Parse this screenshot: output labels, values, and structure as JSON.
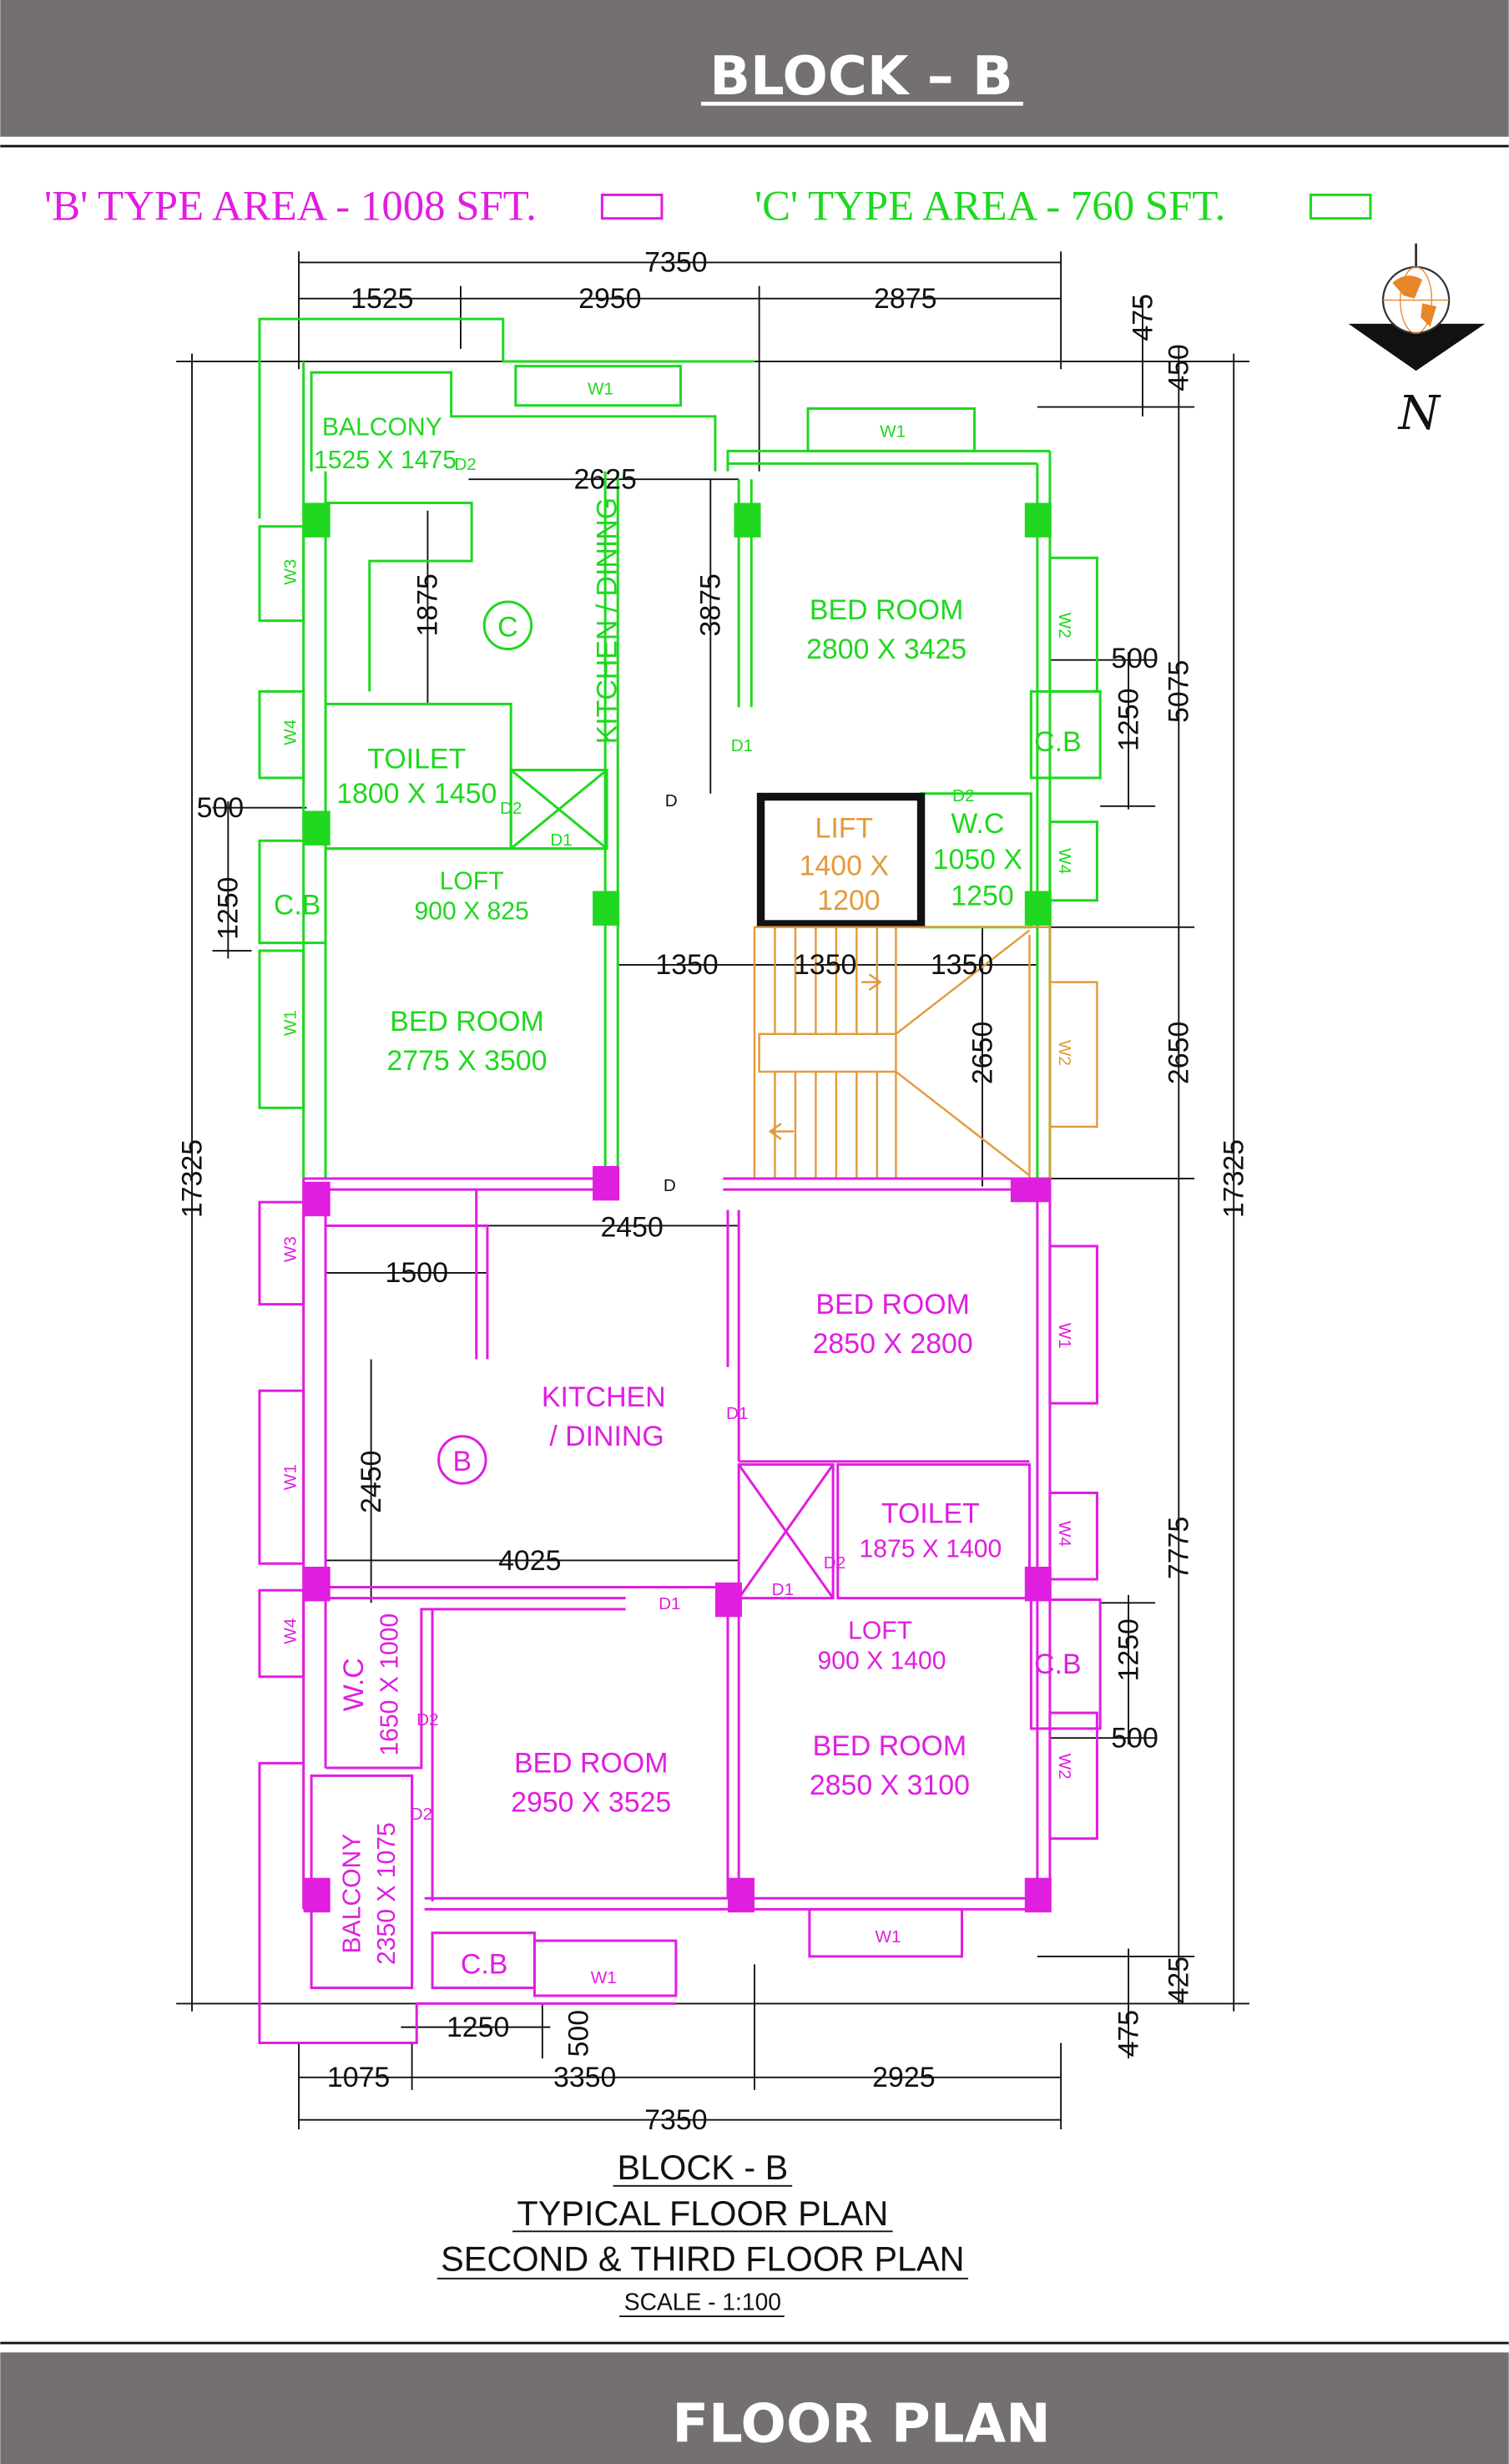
{
  "header": {
    "title": "BLOCK – B"
  },
  "footer": {
    "title": "FLOOR PLAN"
  },
  "legend": {
    "b_type": "'B' TYPE AREA - 1008 SFT.",
    "c_type": "'C' TYPE AREA - 760 SFT.",
    "b_color": "#e01ee0",
    "c_color": "#1fd81f"
  },
  "compass": {
    "label": "N",
    "icon": "north-arrow-globe-icon"
  },
  "unit_c": {
    "marker": "C",
    "balcony": [
      "BALCONY",
      "1525 X 1475"
    ],
    "kitchen": "KITCHEN / DINING",
    "bedroom1": [
      "BED ROOM",
      "2800 X 3425"
    ],
    "toilet": [
      "TOILET",
      "1800 X 1450"
    ],
    "loft": [
      "LOFT",
      "900 X 825"
    ],
    "bedroom2": [
      "BED ROOM",
      "2775 X 3500"
    ],
    "wc": [
      "W.C",
      "1050 X",
      "1250"
    ],
    "cb": "C.B",
    "doors": {
      "d": "D",
      "d1": "D1",
      "d2": "D2"
    },
    "windows": {
      "w1": "W1",
      "w2": "W2",
      "w3": "W3",
      "w4": "W4"
    }
  },
  "lift": [
    "LIFT",
    "1400 X",
    "1200"
  ],
  "unit_b": {
    "marker": "B",
    "bedroom1": [
      "BED ROOM",
      "2850 X 2800"
    ],
    "kitchen": [
      "KITCHEN",
      "/ DINING"
    ],
    "toilet": [
      "TOILET",
      "1875 X 1400"
    ],
    "loft": [
      "LOFT",
      "900 X 1400"
    ],
    "wc": [
      "W.C",
      "1650 X 1000"
    ],
    "bedroom2": [
      "BED ROOM",
      "2950 X 3525"
    ],
    "bedroom3": [
      "BED ROOM",
      "2850 X 3100"
    ],
    "balcony": [
      "BALCONY",
      "2350 X 1075"
    ],
    "cb": "C.B"
  },
  "dimensions": {
    "overall_width": "7350",
    "top": [
      "1525",
      "2950",
      "2875"
    ],
    "top_right": [
      "475",
      "450"
    ],
    "overall_depth": "17325",
    "c_kitchen": "2625",
    "c_1875": "1875",
    "c_3875": "3875",
    "c_right": [
      "500",
      "1250",
      "5075"
    ],
    "c_left": [
      "500",
      "1250"
    ],
    "stair": [
      "1350",
      "1350",
      "1350",
      "2650"
    ],
    "right_2650": "2650",
    "b_2450": "2450",
    "b_1500": "1500",
    "b_2450v": "2450",
    "b_4025": "4025",
    "b_right": [
      "1250",
      "500",
      "7775"
    ],
    "bottom_small": [
      "1250",
      "500"
    ],
    "bottom_right": [
      "475",
      "425"
    ],
    "bottom": [
      "1075",
      "3350",
      "2925"
    ]
  },
  "title_block": {
    "line1": "BLOCK - B",
    "line2": "TYPICAL FLOOR PLAN",
    "line3": "SECOND & THIRD FLOOR PLAN",
    "scale": "SCALE  - 1:100"
  }
}
